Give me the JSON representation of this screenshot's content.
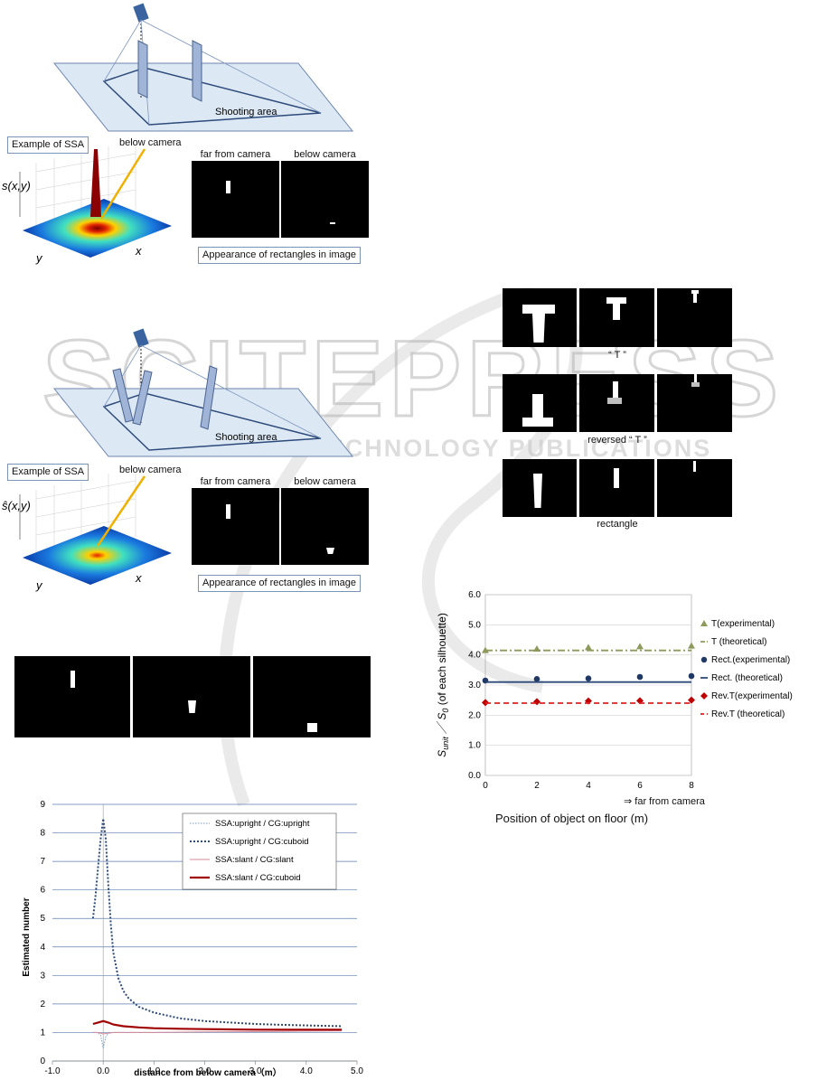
{
  "fig_a": {
    "shooting_area": "Shooting area",
    "ssa_label": "Example of SSA",
    "below_camera_arrow": "below camera",
    "far_caption": "far from camera",
    "below_caption": "below camera",
    "appearance_caption": "Appearance of rectangles in image",
    "axis_s": "s(x,y)",
    "axis_x": "x",
    "axis_y": "y"
  },
  "fig_b": {
    "shooting_area": "Shooting area",
    "ssa_label": "Example of SSA",
    "below_camera_arrow": "below camera",
    "far_caption": "far from camera",
    "below_caption": "below camera",
    "appearance_caption": "Appearance of rectangles in image",
    "axis_s": "ŝ(x,y)",
    "axis_x": "x",
    "axis_y": "y"
  },
  "silhouettes": {
    "t_caption": "“ T ”",
    "reversed_caption": "reversed  “ T ”",
    "rect_caption": "rectangle"
  },
  "watermark": {
    "big": "SCITEPRESS",
    "small": "SCIENCE AND TECHNOLOGY PUBLICATIONS"
  },
  "chart_data": [
    {
      "type": "scatter",
      "title": "",
      "xlabel": "Position of  object on floor (m)",
      "xlabel_note": "⇒  far from camera",
      "ylabel": "S_unit  ／ S_0  (of each silhouette)",
      "ylabel_main": "S",
      "ylabel_sub1": "unit",
      "ylabel_mid": "  ／  S",
      "ylabel_sub2": "0",
      "ylabel_tail": "  (of each silhouette)",
      "xlim": [
        0,
        8
      ],
      "ylim": [
        0,
        6
      ],
      "xticks": [
        "0",
        "2",
        "4",
        "6",
        "8"
      ],
      "yticks": [
        "0.0",
        "1.0",
        "2.0",
        "3.0",
        "4.0",
        "5.0",
        "6.0"
      ],
      "legend_position": "right",
      "grid": true,
      "series": [
        {
          "name": "T(experimental)",
          "marker": "triangle",
          "color": "#8e9a5b",
          "x": [
            0,
            2,
            4,
            6,
            8
          ],
          "y": [
            4.15,
            4.2,
            4.25,
            4.28,
            4.3
          ]
        },
        {
          "name": "T (theoretical)",
          "line": "dashdot",
          "color": "#8e9a5b",
          "x": [
            0,
            8
          ],
          "y": [
            4.15,
            4.15
          ]
        },
        {
          "name": "Rect.(experimental)",
          "marker": "circle",
          "color": "#1f3864",
          "x": [
            0,
            2,
            4,
            6,
            8
          ],
          "y": [
            3.15,
            3.2,
            3.22,
            3.27,
            3.3
          ]
        },
        {
          "name": "Rect. (theoretical)",
          "line": "solid",
          "color": "#2e4a7a",
          "x": [
            0,
            8
          ],
          "y": [
            3.1,
            3.1
          ]
        },
        {
          "name": "Rev.T(experimental)",
          "marker": "diamond",
          "color": "#c00000",
          "x": [
            0,
            2,
            4,
            6,
            8
          ],
          "y": [
            2.42,
            2.45,
            2.47,
            2.48,
            2.5
          ]
        },
        {
          "name": "Rev.T (theoretical)",
          "line": "dashed",
          "color": "#e02020",
          "x": [
            0,
            8
          ],
          "y": [
            2.4,
            2.4
          ]
        }
      ]
    },
    {
      "type": "line",
      "title": "",
      "xlabel": "distance from below camera（m）",
      "ylabel": "Estimated number",
      "xlim": [
        -1.0,
        5.0
      ],
      "ylim": [
        0,
        9
      ],
      "xticks": [
        "-1.0",
        "0.0",
        "1.0",
        "2.0",
        "3.0",
        "4.0",
        "5.0"
      ],
      "yticks": [
        "0",
        "1",
        "2",
        "3",
        "4",
        "5",
        "6",
        "7",
        "8",
        "9"
      ],
      "legend_position": "top-right",
      "grid": true,
      "series": [
        {
          "name": "SSA:upright / CG:upright",
          "style": "dotted-thin",
          "color": "#7a9cc6",
          "x": [
            -0.2,
            -0.15,
            -0.1,
            -0.05,
            0.0,
            0.05,
            0.1,
            0.2,
            0.4,
            1.0,
            2.0,
            3.0,
            4.0,
            4.7
          ],
          "y": [
            1.0,
            1.0,
            0.98,
            0.9,
            0.45,
            0.85,
            0.97,
            1.0,
            1.0,
            1.0,
            1.0,
            1.02,
            1.05,
            1.07
          ]
        },
        {
          "name": "SSA:upright / CG:cuboid",
          "style": "dotted-thick",
          "color": "#2e4a7a",
          "x": [
            -0.2,
            -0.15,
            -0.1,
            -0.05,
            0.0,
            0.05,
            0.1,
            0.15,
            0.2,
            0.3,
            0.4,
            0.5,
            0.7,
            1.0,
            1.5,
            2.0,
            2.5,
            3.0,
            3.5,
            4.0,
            4.5,
            4.7
          ],
          "y": [
            5.0,
            5.8,
            6.8,
            7.8,
            8.5,
            7.8,
            6.2,
            4.8,
            3.8,
            2.9,
            2.45,
            2.2,
            1.9,
            1.7,
            1.5,
            1.4,
            1.35,
            1.3,
            1.27,
            1.25,
            1.23,
            1.22
          ]
        },
        {
          "name": "SSA:slant    / CG:slant",
          "style": "solid-thin",
          "color": "#d48a9a",
          "x": [
            -0.2,
            -0.1,
            0.0,
            0.1,
            0.2,
            0.5,
            1.0,
            2.0,
            3.0,
            4.0,
            4.7
          ],
          "y": [
            1.0,
            1.0,
            0.95,
            0.98,
            1.0,
            1.0,
            1.0,
            1.02,
            1.03,
            1.05,
            1.06
          ]
        },
        {
          "name": "SSA:slant    / CG:cuboid",
          "style": "solid-thick",
          "color": "#a00000",
          "x": [
            -0.2,
            -0.1,
            0.0,
            0.1,
            0.2,
            0.4,
            0.7,
            1.0,
            1.5,
            2.0,
            3.0,
            4.0,
            4.7
          ],
          "y": [
            1.3,
            1.35,
            1.4,
            1.35,
            1.28,
            1.22,
            1.18,
            1.15,
            1.13,
            1.12,
            1.1,
            1.1,
            1.1
          ]
        }
      ]
    }
  ]
}
